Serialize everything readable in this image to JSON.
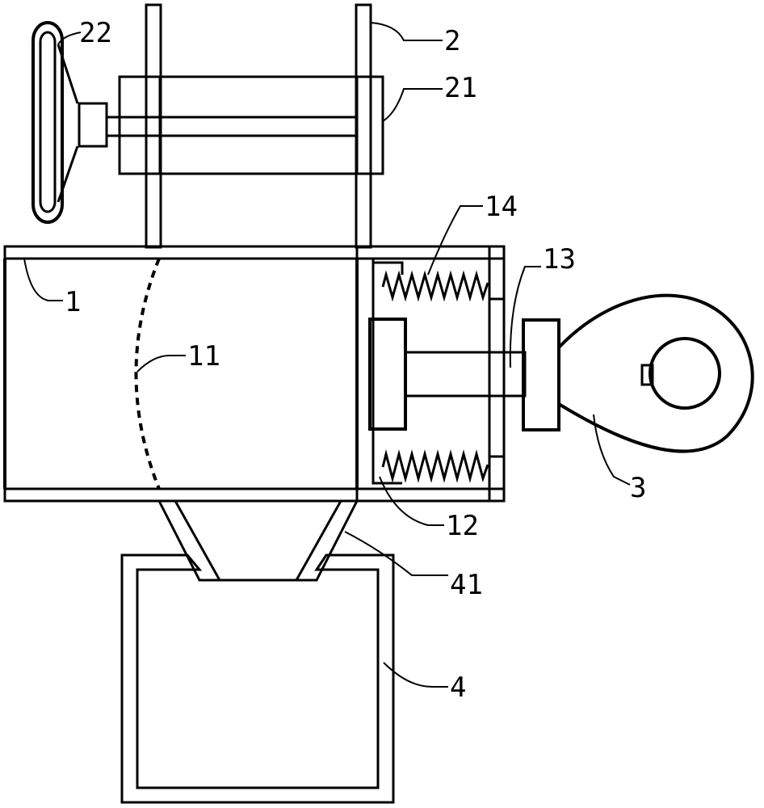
{
  "labels": {
    "l22": "22",
    "l2": "2",
    "l21": "21",
    "l14": "14",
    "l13": "13",
    "l1": "1",
    "l11": "11",
    "l3": "3",
    "l12": "12",
    "l41": "41",
    "l4": "4"
  }
}
